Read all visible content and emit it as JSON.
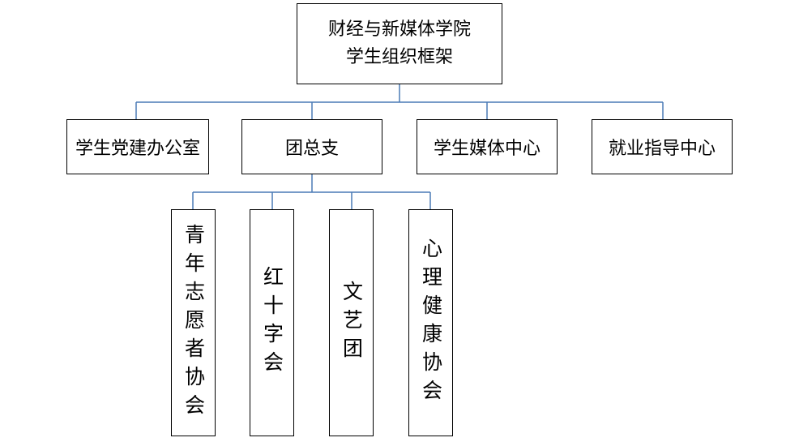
{
  "root": {
    "line1": "财经与新媒体学院",
    "line2": "学生组织框架"
  },
  "departments": [
    "学生党建办公室",
    "团总支",
    "学生媒体中心",
    "就业指导中心"
  ],
  "league_branch_units": [
    "青年志愿者协会",
    "红十字会",
    "文艺团",
    "心理健康协会"
  ],
  "colors": {
    "connector": "#4a7ab5",
    "box_border": "#000000"
  }
}
